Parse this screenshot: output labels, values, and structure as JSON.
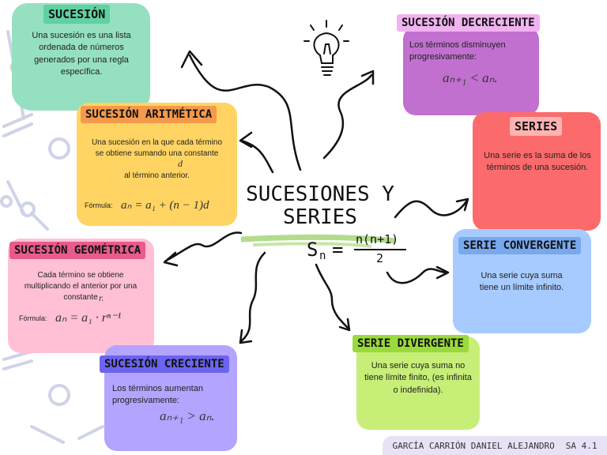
{
  "title": {
    "line1": "SUCESIONES Y",
    "line2": "SERIES"
  },
  "central_formula": {
    "lhs": "S",
    "sub": "n",
    "eq": "=",
    "num": "n(n+1)",
    "den": "2"
  },
  "sucesion": {
    "label": "SUCESIÓN",
    "text": "Una sucesión es una lista ordenada de números generados por una regla específica."
  },
  "aritmetica": {
    "label": "SUCESIÓN ARITMÉTICA",
    "text_a": "Una sucesión en la que cada término se obtiene sumando una constante",
    "const": "d",
    "text_b": "al término anterior.",
    "formula_label": "Fórmula:",
    "formula": "aₙ = a₁ + (n − 1)d"
  },
  "geometrica": {
    "label": "SUCESIÓN GEOMÉTRICA",
    "text_a": "Cada término se obtiene multiplicando el anterior por una constante",
    "const": "r.",
    "formula_label": "Fórmula:",
    "formula": "aₙ = a₁ · rⁿ⁻¹"
  },
  "creciente": {
    "label": "SUCESIÓN CRECIENTE",
    "text": "Los términos aumentan progresivamente:",
    "formula": "aₙ₊₁ > aₙ."
  },
  "decreciente": {
    "label": "SUCESIÓN DECRECIENTE",
    "text": "Los términos disminuyen progresivamente:",
    "formula": "aₙ₊₁ < aₙ."
  },
  "series": {
    "label": "SERIES",
    "text": "Una serie es la suma de los términos de una sucesión."
  },
  "convergente": {
    "label": "SERIE CONVERGENTE",
    "text": "Una serie cuya suma tiene un límite infinito."
  },
  "divergente": {
    "label": "SERIE DIVERGENTE",
    "text": "Una serie cuya suma no tiene límite finito, (es infinita o indefinida)."
  },
  "footer": {
    "author": "GARCÍA CARRIÓN DANIEL ALEJANDRO",
    "group": "SA 4.1"
  },
  "colors": {
    "green": "#95e0c0",
    "orange_card": "#ffd463",
    "orange_label": "#f5994b",
    "pink_card": "#ffc0d6",
    "pink_label": "#e85b8c",
    "lavender_card": "#b3a4ff",
    "lavender_label": "#6c63f0",
    "purple_card": "#c170cf",
    "purple_label": "#f1b3f0",
    "red_card": "#fb6b6b",
    "red_label": "#ffb3b3",
    "blue_card": "#a7cbff",
    "blue_label": "#79a8ee",
    "lime_card": "#c7ee77",
    "lime_label": "#9ada3c"
  }
}
